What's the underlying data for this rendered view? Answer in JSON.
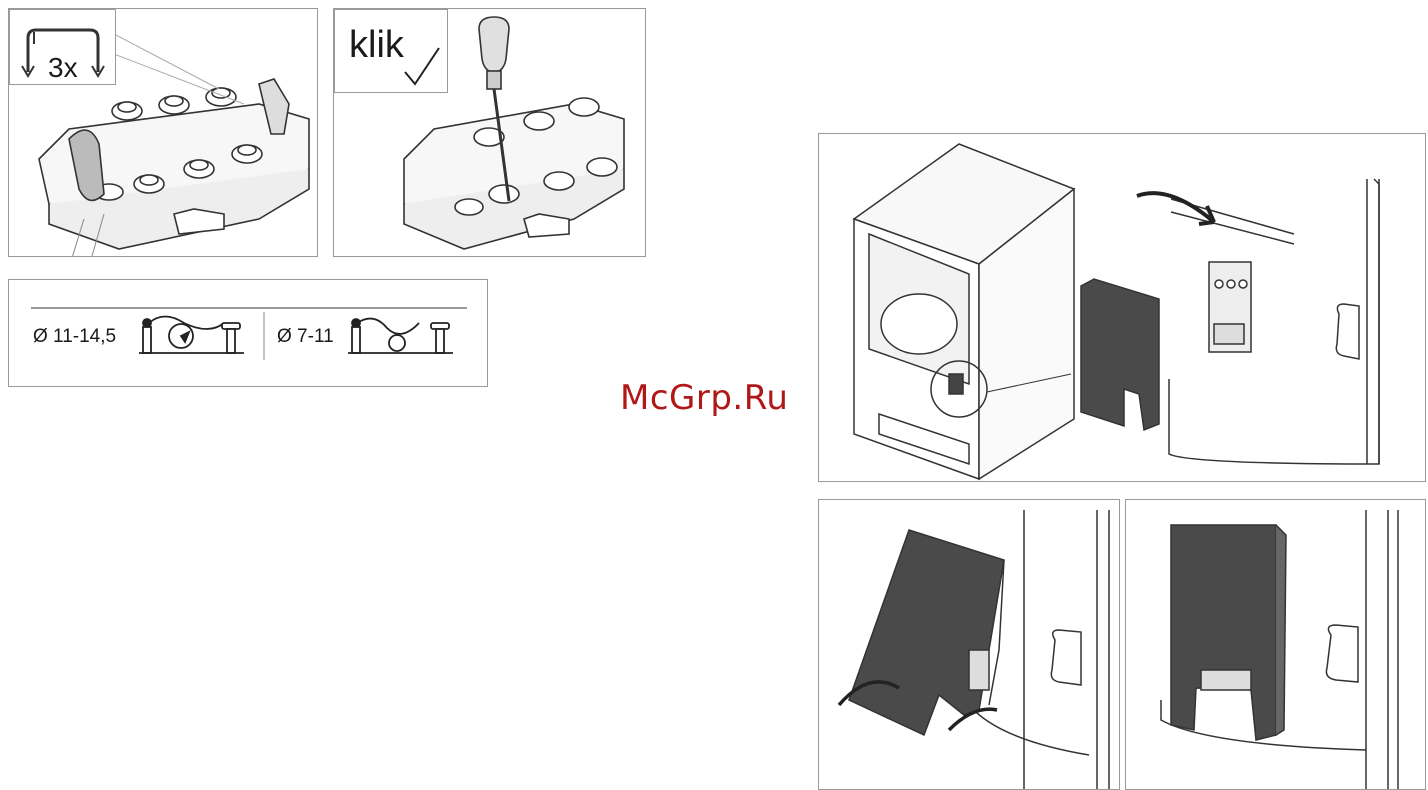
{
  "step1": {
    "count": "3x"
  },
  "step2": {
    "click_text": "klik"
  },
  "cable_sizes": {
    "large": "Ø 11-14,5",
    "small": "Ø 7-11"
  },
  "watermark": "McGrp.Ru",
  "icons": [
    "clamp-repeat-icon",
    "checkmark-icon",
    "screwdriver-icon",
    "rotate-arrow-icon"
  ],
  "colors": {
    "cover": "#4a4a4a",
    "line": "#333333",
    "panel_border": "#9a9a9a",
    "watermark": "#b01818"
  }
}
